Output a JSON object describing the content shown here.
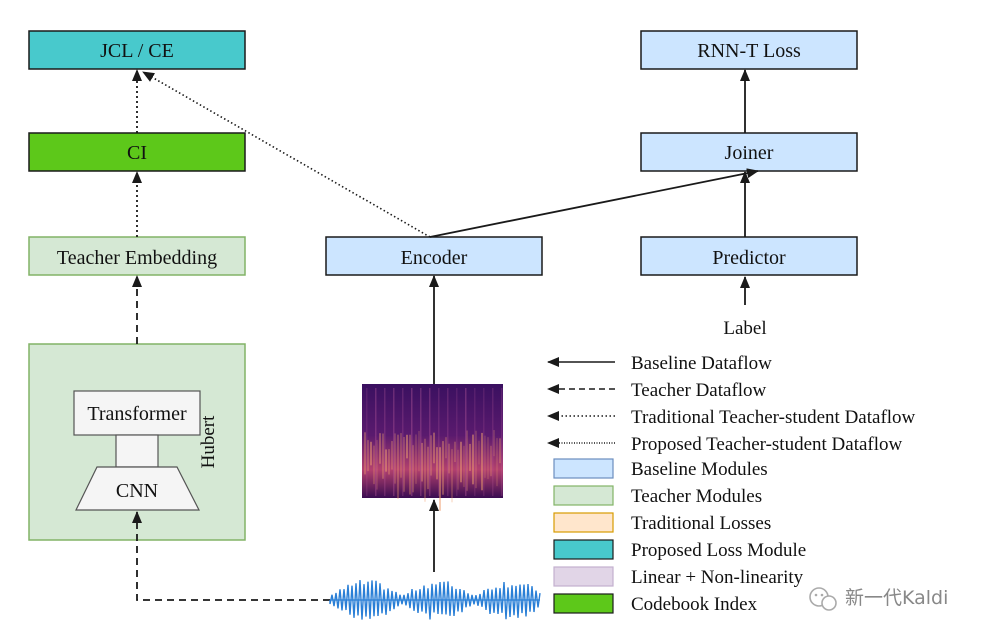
{
  "colors": {
    "baseline": "#cce5ff",
    "teacher": "#d5e8d4",
    "traditional_loss": "#ffe6cc",
    "proposed_loss": "#48c9cc",
    "linear": "#e1d5e7",
    "codebook": "#5dc81a",
    "stroke": "#1a1a1a",
    "hubert_border": "#82b366"
  },
  "modules": {
    "jcl_ce": "JCL / CE",
    "ci": "CI",
    "teacher_embedding": "Teacher Embedding",
    "encoder": "Encoder",
    "rnnt_loss": "RNN-T Loss",
    "joiner": "Joiner",
    "predictor": "Predictor",
    "transformer": "Transformer",
    "cnn": "CNN",
    "hubert": "Hubert",
    "label": "Label"
  },
  "legend": {
    "lines": [
      {
        "style": "solid",
        "text": "Baseline Dataflow"
      },
      {
        "style": "dashed",
        "text": "Teacher Dataflow"
      },
      {
        "style": "dotted",
        "text": "Traditional Teacher-student Dataflow"
      },
      {
        "style": "dense-dotted",
        "text": "Proposed Teacher-student Dataflow"
      }
    ],
    "swatches": [
      {
        "color": "#cce5ff",
        "border": "#6c8ebf",
        "text": "Baseline Modules"
      },
      {
        "color": "#d5e8d4",
        "border": "#82b366",
        "text": "Teacher Modules"
      },
      {
        "color": "#ffe6cc",
        "border": "#d79b00",
        "text": "Traditional Losses"
      },
      {
        "color": "#48c9cc",
        "border": "#1a1a1a",
        "text": "Proposed Loss Module"
      },
      {
        "color": "#e1d5e7",
        "border": "#c3b0cf",
        "text": "Linear + Non-linearity"
      },
      {
        "color": "#5dc81a",
        "border": "#1a1a1a",
        "text": "Codebook Index"
      }
    ]
  },
  "watermark": {
    "icon": "wechat-icon",
    "text": "新一代Kaldi"
  }
}
